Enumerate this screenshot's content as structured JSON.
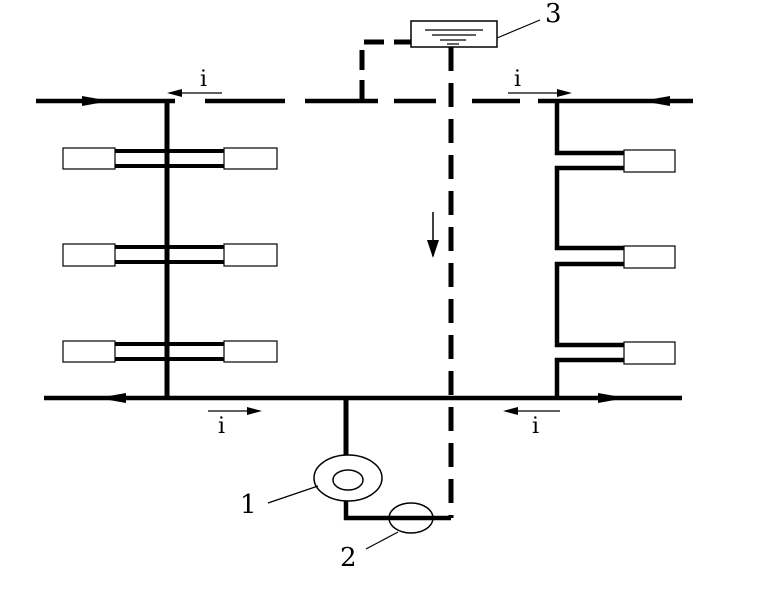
{
  "labels": {
    "pump": "1",
    "component_2": "2",
    "tank": "3"
  },
  "flow_label": "i",
  "colors": {
    "line": "#000000",
    "background": "#ffffff"
  }
}
